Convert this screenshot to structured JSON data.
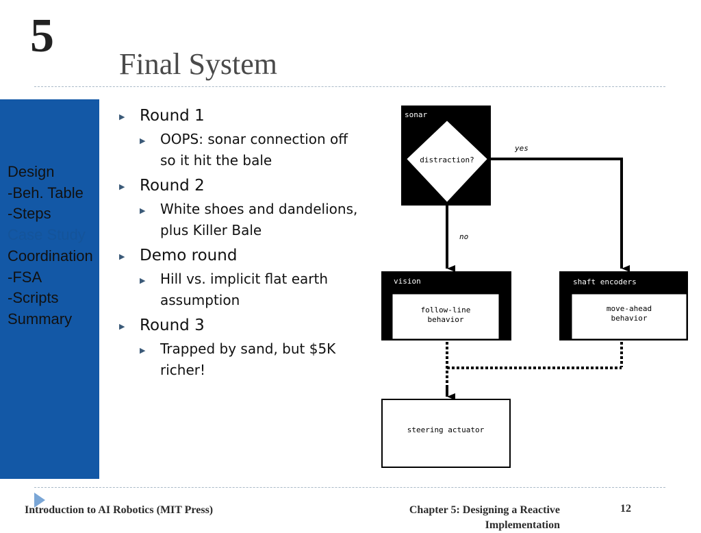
{
  "slide": {
    "chapter_number": "5",
    "title": "Final System",
    "page_number": "12"
  },
  "sidebar": {
    "items": [
      {
        "label": "Design",
        "active": false
      },
      {
        "label": "-Beh. Table",
        "active": false
      },
      {
        "label": "-Steps",
        "active": false
      },
      {
        "label": "Case Study",
        "active": true
      },
      {
        "label": "Coordination",
        "active": false
      },
      {
        "label": "-FSA",
        "active": false
      },
      {
        "label": "-Scripts",
        "active": false
      },
      {
        "label": "Summary",
        "active": false
      }
    ]
  },
  "content": {
    "rounds": [
      {
        "heading": "Round 1",
        "detail": "OOPS: sonar connection off so it hit the bale"
      },
      {
        "heading": "Round 2",
        "detail": "White shoes and dandelions, plus Killer Bale"
      },
      {
        "heading": "Demo round",
        "detail": "Hill vs. implicit flat earth assumption"
      },
      {
        "heading": "Round 3",
        "detail": "Trapped by sand, but $5K richer!"
      }
    ]
  },
  "diagram": {
    "sonar_label": "sonar",
    "decision_label": "distraction?",
    "yes_label": "yes",
    "no_label": "no",
    "vision_label": "vision",
    "follow_line_line1": "follow-line",
    "follow_line_line2": "behavior",
    "shaft_label": "shaft encoders",
    "move_ahead_line1": "move-ahead",
    "move_ahead_line2": "behavior",
    "steering_label": "steering actuator"
  },
  "footer": {
    "left": "Introduction to AI Robotics (MIT Press)",
    "right": "Chapter 5: Designing a Reactive Implementation"
  }
}
